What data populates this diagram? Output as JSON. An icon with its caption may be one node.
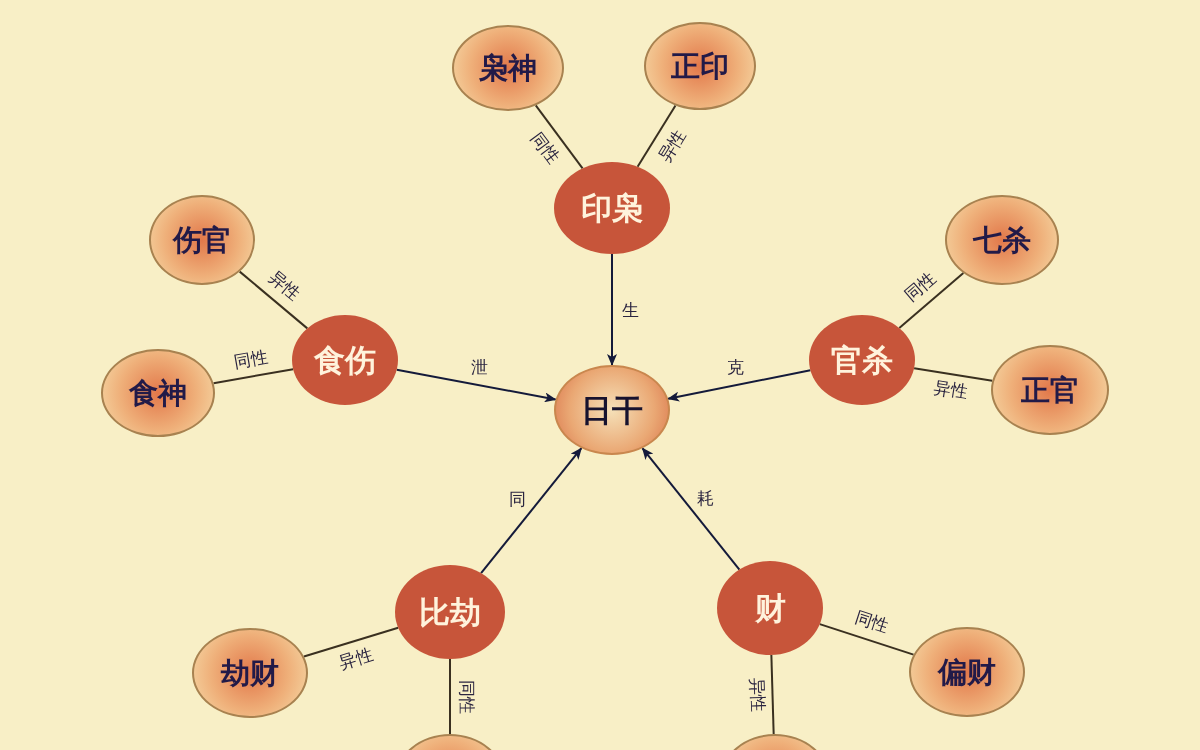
{
  "diagram": {
    "nodes": [
      {
        "text": [
          "枭神"
        ]
      },
      {
        "text": [
          "正印"
        ]
      },
      {
        "text": [
          "印枭"
        ]
      },
      {
        "text": [
          "伤官"
        ]
      },
      {
        "text": [
          "七杀"
        ]
      },
      {
        "text": [
          "食伤"
        ]
      },
      {
        "text": [
          "日干"
        ]
      },
      {
        "text": [
          "官杀"
        ]
      },
      {
        "text": [
          "食神"
        ]
      },
      {
        "text": [
          "正官"
        ]
      },
      {
        "text": [
          "比劫"
        ]
      },
      {
        "text": [
          "财"
        ]
      },
      {
        "text": [
          "劫财"
        ]
      },
      {
        "text": [
          "偏财"
        ]
      },
      {
        "text": [],
        "shape": "circle"
      },
      {
        "text": [],
        "shape": "circle"
      }
    ],
    "edges": [
      {
        "from": 2,
        "to": 0,
        "arrow": "none",
        "label": "同性"
      },
      {
        "from": 2,
        "to": 1,
        "arrow": "none",
        "label": "异性"
      },
      {
        "from": 2,
        "to": 6,
        "arrow": "to",
        "label": "生"
      },
      {
        "from": 5,
        "to": 3,
        "arrow": "none",
        "label": "异性"
      },
      {
        "from": 5,
        "to": 8,
        "arrow": "none",
        "label": "同性"
      },
      {
        "from": 5,
        "to": 6,
        "arrow": "to",
        "label": "泄"
      },
      {
        "from": 7,
        "to": 4,
        "arrow": "none",
        "label": "同性"
      },
      {
        "from": 7,
        "to": 9,
        "arrow": "none",
        "label": "异性"
      },
      {
        "from": 7,
        "to": 6,
        "arrow": "to",
        "label": "克"
      },
      {
        "from": 10,
        "to": 6,
        "arrow": "to",
        "label": "同"
      },
      {
        "from": 10,
        "to": 12,
        "arrow": "none",
        "label": "异性"
      },
      {
        "from": 10,
        "to": 14,
        "arrow": "none",
        "label": "同性"
      },
      {
        "from": 11,
        "to": 6,
        "arrow": "to",
        "label": "耗"
      },
      {
        "from": 11,
        "to": 13,
        "arrow": "none",
        "label": "同性"
      },
      {
        "from": 11,
        "to": 15,
        "arrow": "none",
        "label": "异性"
      }
    ]
  }
}
